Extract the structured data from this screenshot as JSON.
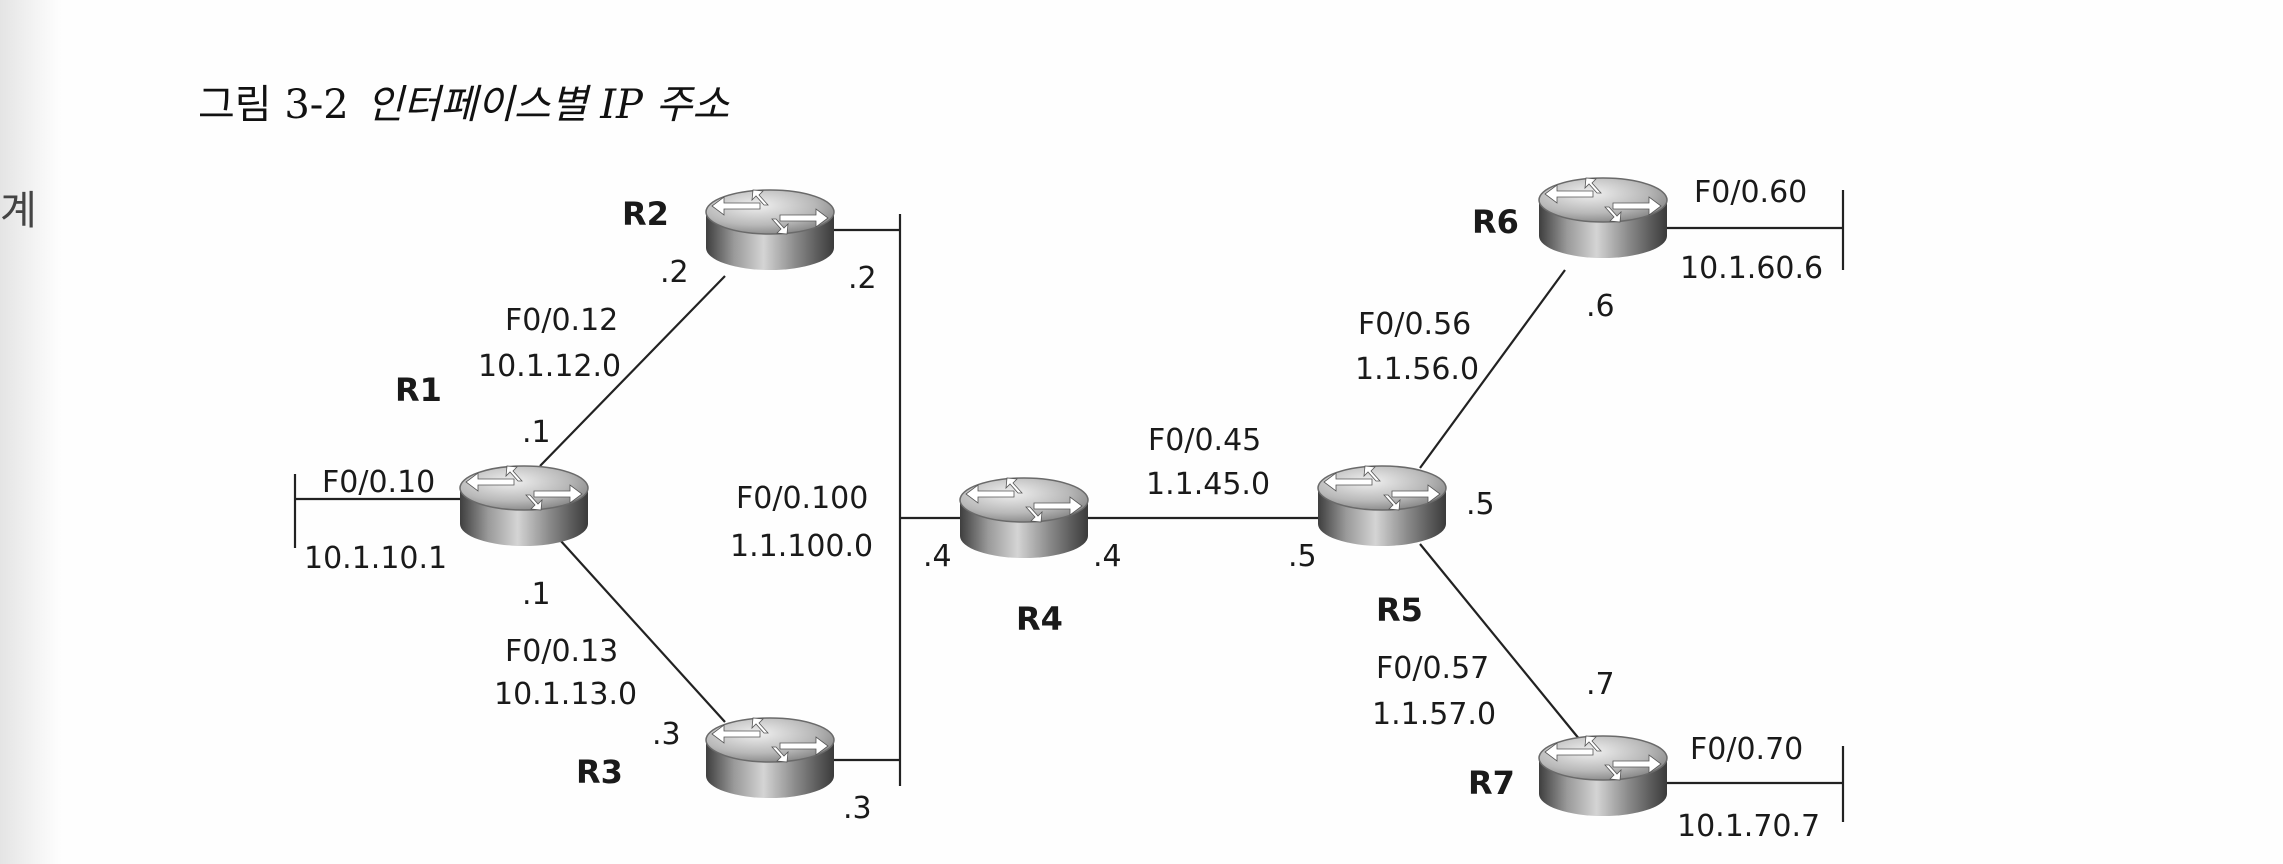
{
  "margin_text": "계",
  "figure": {
    "number": "그림 3-2",
    "caption": "인터페이스별 IP 주소"
  },
  "routers": {
    "r1": {
      "name": "R1"
    },
    "r2": {
      "name": "R2"
    },
    "r3": {
      "name": "R3"
    },
    "r4": {
      "name": "R4"
    },
    "r5": {
      "name": "R5"
    },
    "r6": {
      "name": "R6"
    },
    "r7": {
      "name": "R7"
    }
  },
  "links": {
    "r1_lan": {
      "iface": "F0/0.10",
      "net": "10.1.10.1"
    },
    "r1_r2": {
      "iface": "F0/0.12",
      "net": "10.1.12.0",
      "r1_host": ".1",
      "r2_host": ".2"
    },
    "r1_r3": {
      "iface": "F0/0.13",
      "net": "10.1.13.0",
      "r1_host": ".1",
      "r3_host": ".3"
    },
    "bus100": {
      "iface": "F0/0.100",
      "net": "1.1.100.0",
      "r2_host": ".2",
      "r3_host": ".3",
      "r4_host": ".4"
    },
    "r4_r5": {
      "iface": "F0/0.45",
      "net": "1.1.45.0",
      "r4_host": ".4",
      "r5_host": ".5"
    },
    "r5_r6": {
      "iface": "F0/0.56",
      "net": "1.1.56.0",
      "r5_host": ".5",
      "r6_host": ".6"
    },
    "r5_r7": {
      "iface": "F0/0.57",
      "net": "1.1.57.0",
      "r7_host": ".7"
    },
    "r6_lan": {
      "iface": "F0/0.60",
      "net": "10.1.60.6"
    },
    "r7_lan": {
      "iface": "F0/0.70",
      "net": "10.1.70.7"
    }
  }
}
